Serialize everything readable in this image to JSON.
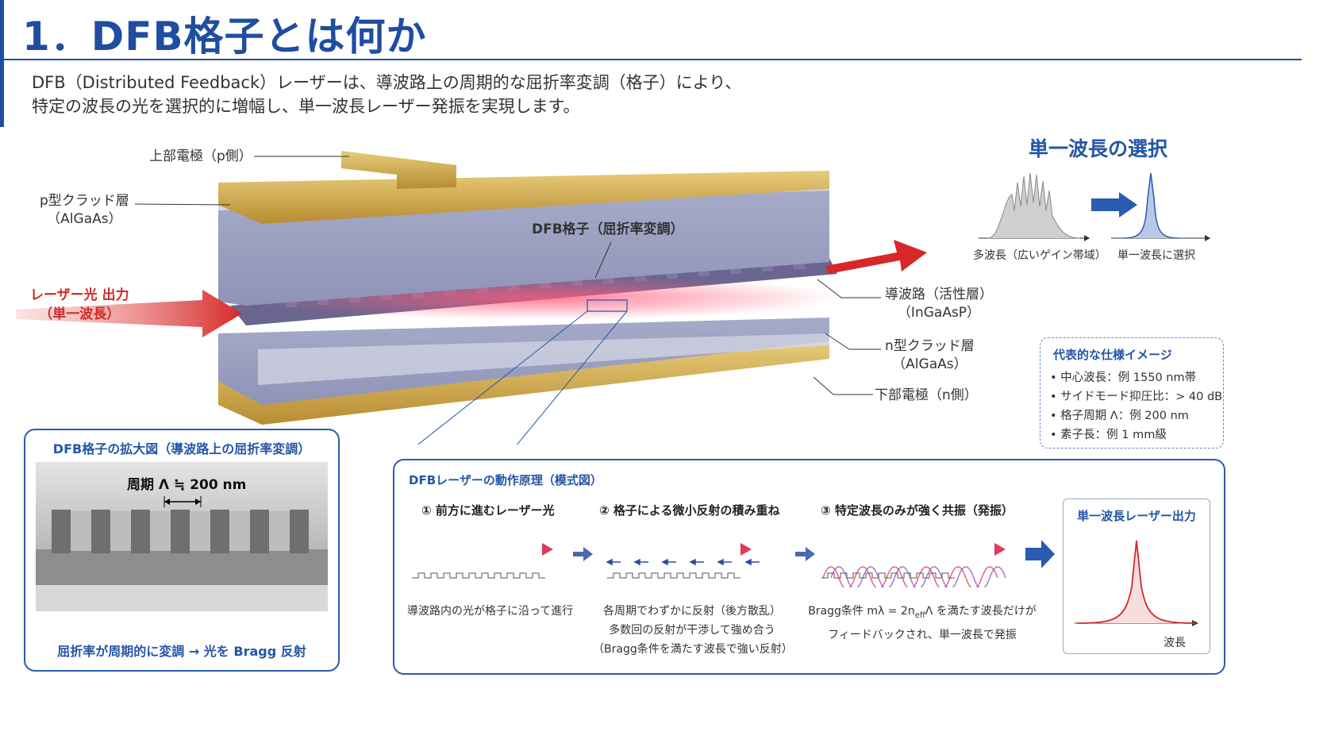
{
  "title": "1．DFB格子とは何か",
  "intro": {
    "line1": "DFB（Distributed Feedback）レーザーは、導波路上の周期的な屈折率変調（格子）により、",
    "line2": "特定の波長の光を選択的に増幅し、単一波長レーザー発振を実現します。"
  },
  "device": {
    "top_electrode": "上部電極（p側）",
    "p_clad_1": "p型クラッド層",
    "p_clad_2": "（AlGaAs）",
    "grating": "DFB格子（屈折率変調）",
    "waveguide_1": "導波路（活性層）",
    "waveguide_2": "（InGaAsP）",
    "n_clad_1": "n型クラッド層",
    "n_clad_2": "（AlGaAs）",
    "bottom_electrode": "下部電極（n側）",
    "laser_out_1": "レーザー光 出力",
    "laser_out_2": "（単一波長）"
  },
  "selection": {
    "title": "単一波長の選択",
    "multi_label": "多波長（広いゲイン帯域）",
    "single_label": "単一波長に選択"
  },
  "specs": {
    "title": "代表的な仕様イメージ",
    "items": [
      "• 中心波長：例 1550 nm帯",
      "• サイドモード抑圧比：> 40 dB",
      "• 格子周期 Λ：例 200 nm",
      "• 素子長：例 1 mm級"
    ]
  },
  "zoom": {
    "title": "DFB格子の拡大図（導波路上の屈折率変調）",
    "period": "周期 Λ ≒ 200 nm",
    "caption": "屈折率が周期的に変調 → 光を Bragg 反射"
  },
  "principle": {
    "title": "DFBレーザーの動作原理（模式図）",
    "step1_title": "① 前方に進むレーザー光",
    "step1_desc": "導波路内の光が格子に沿って進行",
    "step2_title": "② 格子による微小反射の積み重ね",
    "step2_desc_1": "各周期でわずかに反射（後方散乱）",
    "step2_desc_2": "多数回の反射が干渉して強め合う",
    "step2_desc_3": "（Bragg条件を満たす波長で強い反射）",
    "step3_title": "③ 特定波長のみが強く共振（発振）",
    "step3_desc_1": "Bragg条件 mλ = 2n",
    "step3_desc_sub": "eff",
    "step3_desc_1b": "Λ を満たす波長だけが",
    "step3_desc_2": "フィードバックされ、単一波長で発振",
    "output_title": "単一波長レーザー出力",
    "output_axis": "波長"
  },
  "colors": {
    "accent_blue": "#1f4ea0",
    "laser_red": "#d12b2b",
    "gold": "#c9a24a"
  }
}
